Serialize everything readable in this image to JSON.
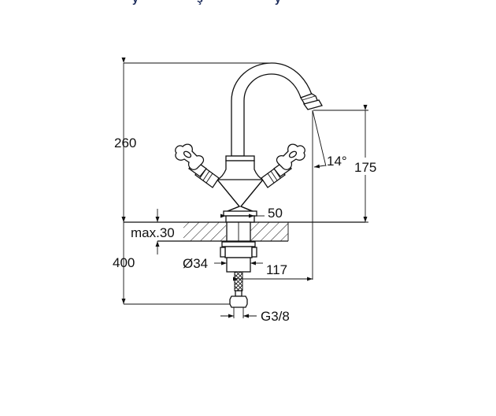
{
  "header_fragments": [
    "y",
    "ş",
    "y"
  ],
  "dimensions": {
    "total_height": "260",
    "spout_height": "175",
    "spout_angle": "14°",
    "base_diameter": "50",
    "max_deck_thickness": "max.30",
    "hose_length": "400",
    "shank_diameter": "Ø34",
    "spout_reach": "117",
    "connection_thread": "G3/8"
  },
  "colors": {
    "line": "#111111",
    "background": "#ffffff"
  }
}
